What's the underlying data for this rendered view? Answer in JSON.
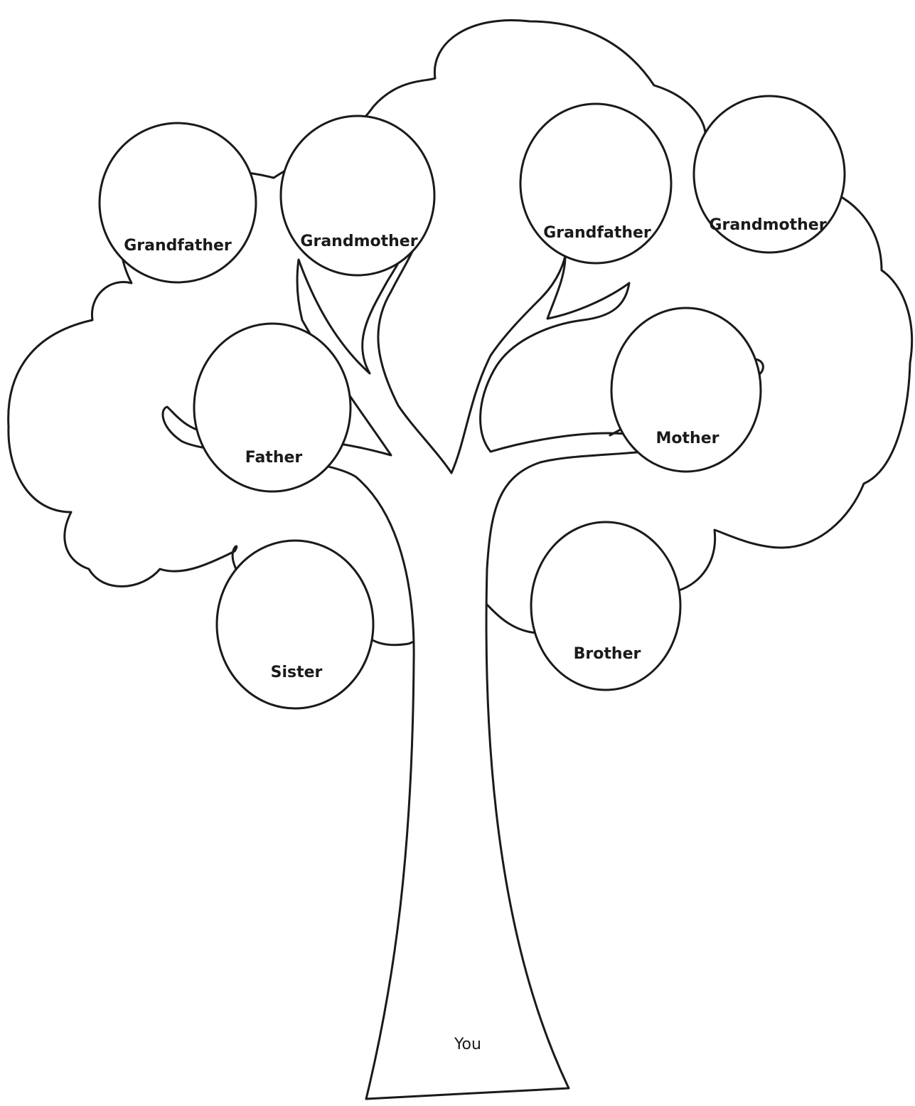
{
  "diagram": {
    "type": "family-tree",
    "nodes": [
      {
        "id": "grandfather-paternal",
        "label": "Grandfather"
      },
      {
        "id": "grandmother-paternal",
        "label": "Grandmother"
      },
      {
        "id": "grandfather-maternal",
        "label": "Grandfather"
      },
      {
        "id": "grandmother-maternal",
        "label": "Grandmother"
      },
      {
        "id": "father",
        "label": "Father"
      },
      {
        "id": "mother",
        "label": "Mother"
      },
      {
        "id": "sister",
        "label": "Sister"
      },
      {
        "id": "brother",
        "label": "Brother"
      }
    ],
    "trunk_label": "You"
  }
}
